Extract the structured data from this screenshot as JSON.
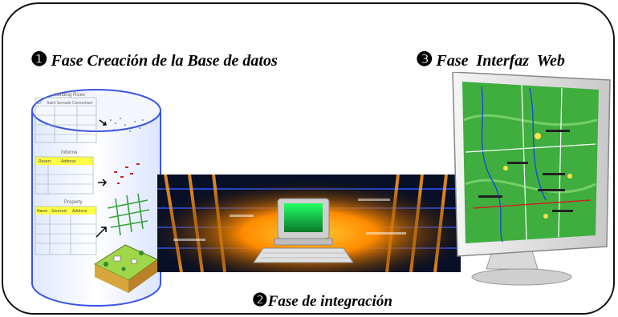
{
  "phases": {
    "p1": {
      "number": "❶",
      "label": "Fase Creación de la Base de datos"
    },
    "p2": {
      "number": "❷",
      "label": "Fase de integración"
    },
    "p3": {
      "number": "❸",
      "label": "Fase  Interfaz  Web"
    }
  },
  "database_doc": {
    "sections": [
      {
        "title": "Landing Rices",
        "header": [
          "ID",
          "Saint Serrado",
          "Consortium"
        ]
      },
      {
        "title": "Informe",
        "header": [
          "Reserv",
          "Address"
        ]
      },
      {
        "title": "Property",
        "header": [
          "Name",
          "Sourced",
          "Address"
        ]
      }
    ]
  }
}
